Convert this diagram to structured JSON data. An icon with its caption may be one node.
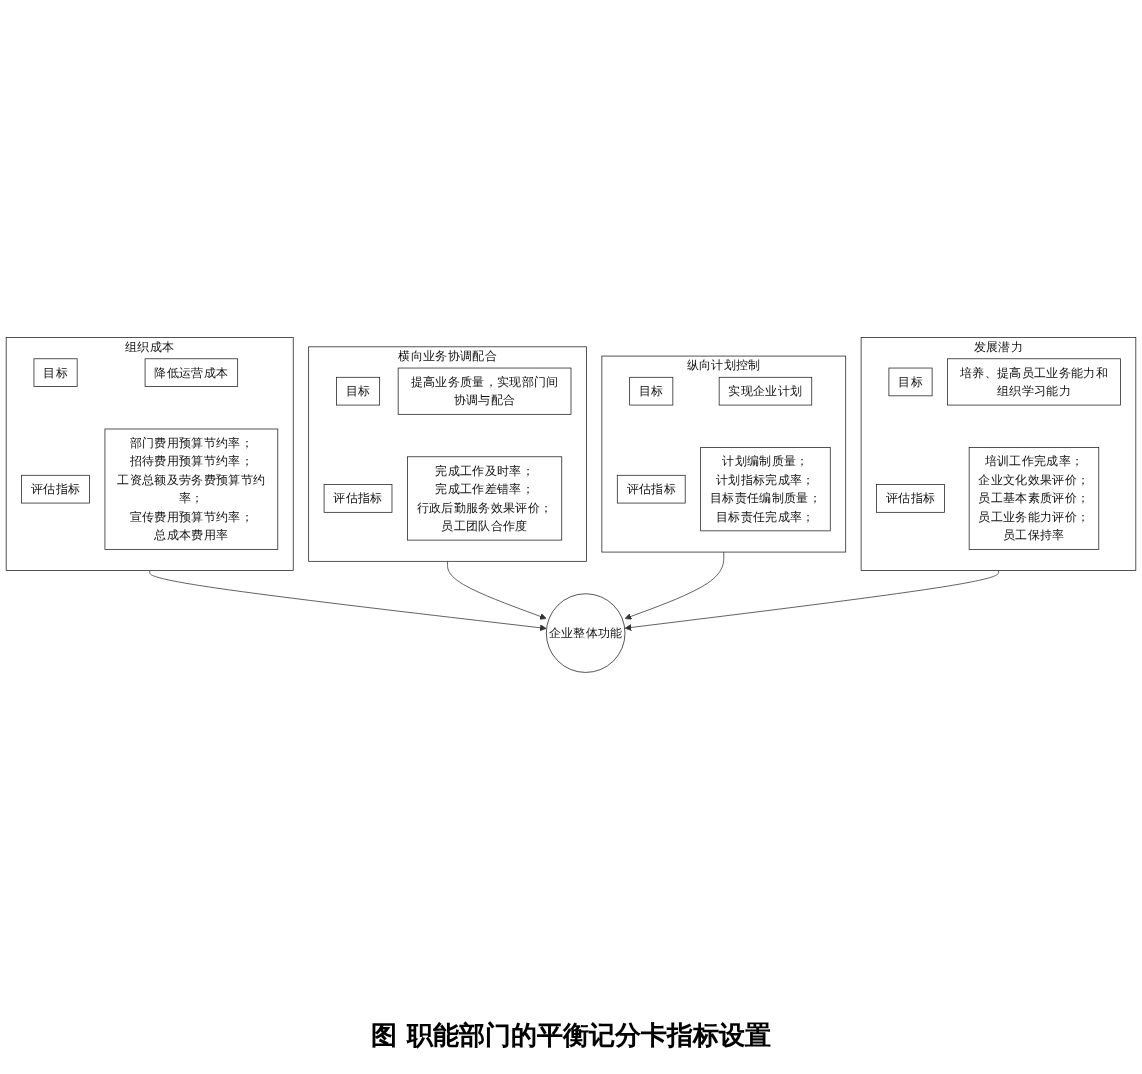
{
  "diagram": {
    "caption": "图 职能部门的平衡记分卡指标设置",
    "nodes": [
      {
        "text": [
          "组织成本"
        ]
      },
      {
        "text": [
          "目标"
        ],
        "in": 0
      },
      {
        "text": [
          "降低运营成本"
        ],
        "in": 0
      },
      {
        "text": [
          "评估指标"
        ],
        "in": 0
      },
      {
        "text": [
          "部门费用预算节约率；",
          "招待费用预算节约率；",
          "工资总额及劳务费预算节约率；",
          "宣传费用预算节约率；",
          "总成本费用率"
        ],
        "in": 0
      },
      {
        "text": [
          "横向业务协调配合"
        ]
      },
      {
        "text": [
          "提高业务质量，实现部门间协调与配合"
        ],
        "in": 5
      },
      {
        "text": [
          "目标"
        ],
        "in": 5
      },
      {
        "text": [
          "完成工作及时率；",
          "完成工作差错率；",
          "行政后勤服务效果评价；",
          "员工团队合作度"
        ],
        "in": 5
      },
      {
        "text": [
          "评估指标"
        ],
        "in": 5
      },
      {
        "text": [
          "企业整体功能"
        ]
      },
      {
        "text": [
          "纵向计划控制"
        ]
      },
      {
        "text": [
          "目标"
        ],
        "in": 11
      },
      {
        "text": [
          "实现企业计划"
        ],
        "in": 11
      },
      {
        "text": [
          "评估指标"
        ],
        "in": 11
      },
      {
        "text": [
          "计划编制质量；",
          "计划指标完成率；",
          "目标责任编制质量；",
          "目标责任完成率；"
        ],
        "in": 11
      },
      {
        "text": [
          "发展潜力"
        ]
      },
      {
        "text": [
          "目标"
        ],
        "in": 16
      },
      {
        "text": [
          "培养、提高员工业务能力和组织学习能力"
        ],
        "in": 16
      },
      {
        "text": [
          "评估指标"
        ],
        "in": 16
      },
      {
        "text": [
          "培训工作完成率；",
          "企业文化效果评价；",
          "员工基本素质评价；",
          "员工业务能力评价；",
          "员工保持率"
        ],
        "in": 16
      }
    ],
    "edges": [
      {
        "from": 0,
        "to": 10,
        "arrow": "to"
      },
      {
        "from": 5,
        "to": 10,
        "arrow": "to"
      },
      {
        "from": 11,
        "to": 10,
        "arrow": "to"
      },
      {
        "from": 16,
        "to": 10,
        "arrow": "to"
      }
    ]
  }
}
